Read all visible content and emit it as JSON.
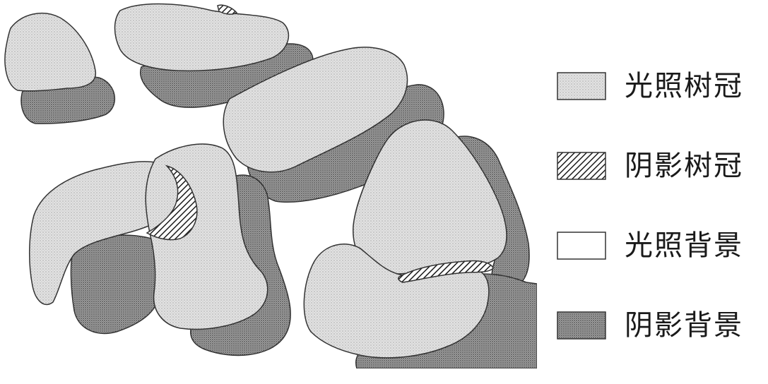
{
  "legend": [
    {
      "id": "lit-crown",
      "label": "光照树冠",
      "pattern": "lit-crown"
    },
    {
      "id": "shadow-crown",
      "label": "阴影树冠",
      "pattern": "shadow-crown"
    },
    {
      "id": "lit-background",
      "label": "光照背景",
      "pattern": "lit-background"
    },
    {
      "id": "shadow-background",
      "label": "阴影背景",
      "pattern": "shadow-background"
    }
  ],
  "colors": {
    "lit_crown_fill": "#dedede",
    "shadow_background_fill": "#9a9a9a",
    "outline": "#333333"
  }
}
